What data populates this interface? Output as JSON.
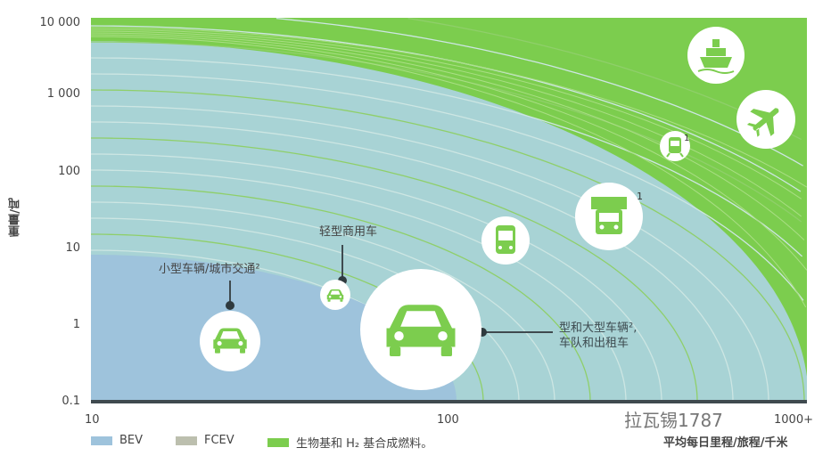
{
  "y_axis": {
    "label": "重量/吨",
    "ticks": [
      "10 000",
      "1 000",
      "100",
      "10",
      "1",
      "0.1"
    ]
  },
  "x_axis": {
    "label": "平均每日里程/旅程/千米",
    "ticks": [
      "10",
      "100",
      "1000+"
    ]
  },
  "legend": [
    {
      "label": "BEV",
      "color": "#9ec3dc"
    },
    {
      "label": "FCEV",
      "color": "#bcbfae"
    },
    {
      "label": "生物基和 H₂ 基合成燃料。",
      "color": "#7ccd4e"
    }
  ],
  "annotations": {
    "small": "小型车辆/城市交通²",
    "lcv": "轻型商用车",
    "large_1": "型和大型车辆²,",
    "large_2": "车队和出租车",
    "truck_note": "1",
    "train_note": "1"
  },
  "watermark": "拉瓦锡1787",
  "colors": {
    "bg": "#a8d3d5",
    "bev": "#9ec3dc",
    "green": "#7ccd4e",
    "line": "#cde6e3",
    "axis": "#3f4a4f"
  }
}
